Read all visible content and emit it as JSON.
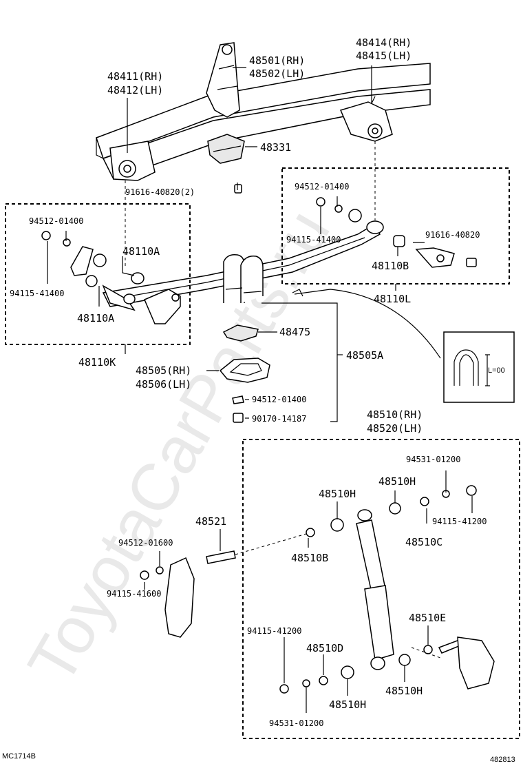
{
  "watermark": "ToyotaCarParts.ru",
  "footer": {
    "left_code": "MC1714B",
    "right_code": "482813"
  },
  "inset": {
    "dimension_label": "L=00"
  },
  "labels": {
    "p48501_rh": "48501(RH)",
    "p48502_lh": "48502(LH)",
    "p48414_rh": "48414(RH)",
    "p48415_lh": "48415(LH)",
    "p48411_rh": "48411(RH)",
    "p48412_lh": "48412(LH)",
    "p48331": "48331",
    "p91616_40820_2": "91616-40820(2)",
    "p94512_01400_r": "94512-01400",
    "p94115_41400_r": "94115-41400",
    "p91616_40820": "91616-40820",
    "p48110b": "48110B",
    "p48110l": "48110L",
    "p94512_01400_l": "94512-01400",
    "p48110a_top": "48110A",
    "p94115_41400_l": "94115-41400",
    "p48110a_bot": "48110A",
    "p48110k": "48110K",
    "p48475": "48475",
    "p48505a": "48505A",
    "p48505_rh": "48505(RH)",
    "p48506_lh": "48506(LH)",
    "p94512_01400_c": "94512-01400",
    "p90170_14187": "90170-14187",
    "p48510_rh": "48510(RH)",
    "p48520_lh": "48520(LH)",
    "p94531_01200_t": "94531-01200",
    "p48510h_1": "48510H",
    "p48510h_2": "48510H",
    "p94115_41200_t": "94115-41200",
    "p48510c": "48510C",
    "p48521": "48521",
    "p94512_01600": "94512-01600",
    "p48510b": "48510B",
    "p94115_41600": "94115-41600",
    "p48510e": "48510E",
    "p94115_41200_b": "94115-41200",
    "p48510d": "48510D",
    "p48510h_3": "48510H",
    "p48510h_4": "48510H",
    "p94531_01200_b": "94531-01200"
  }
}
